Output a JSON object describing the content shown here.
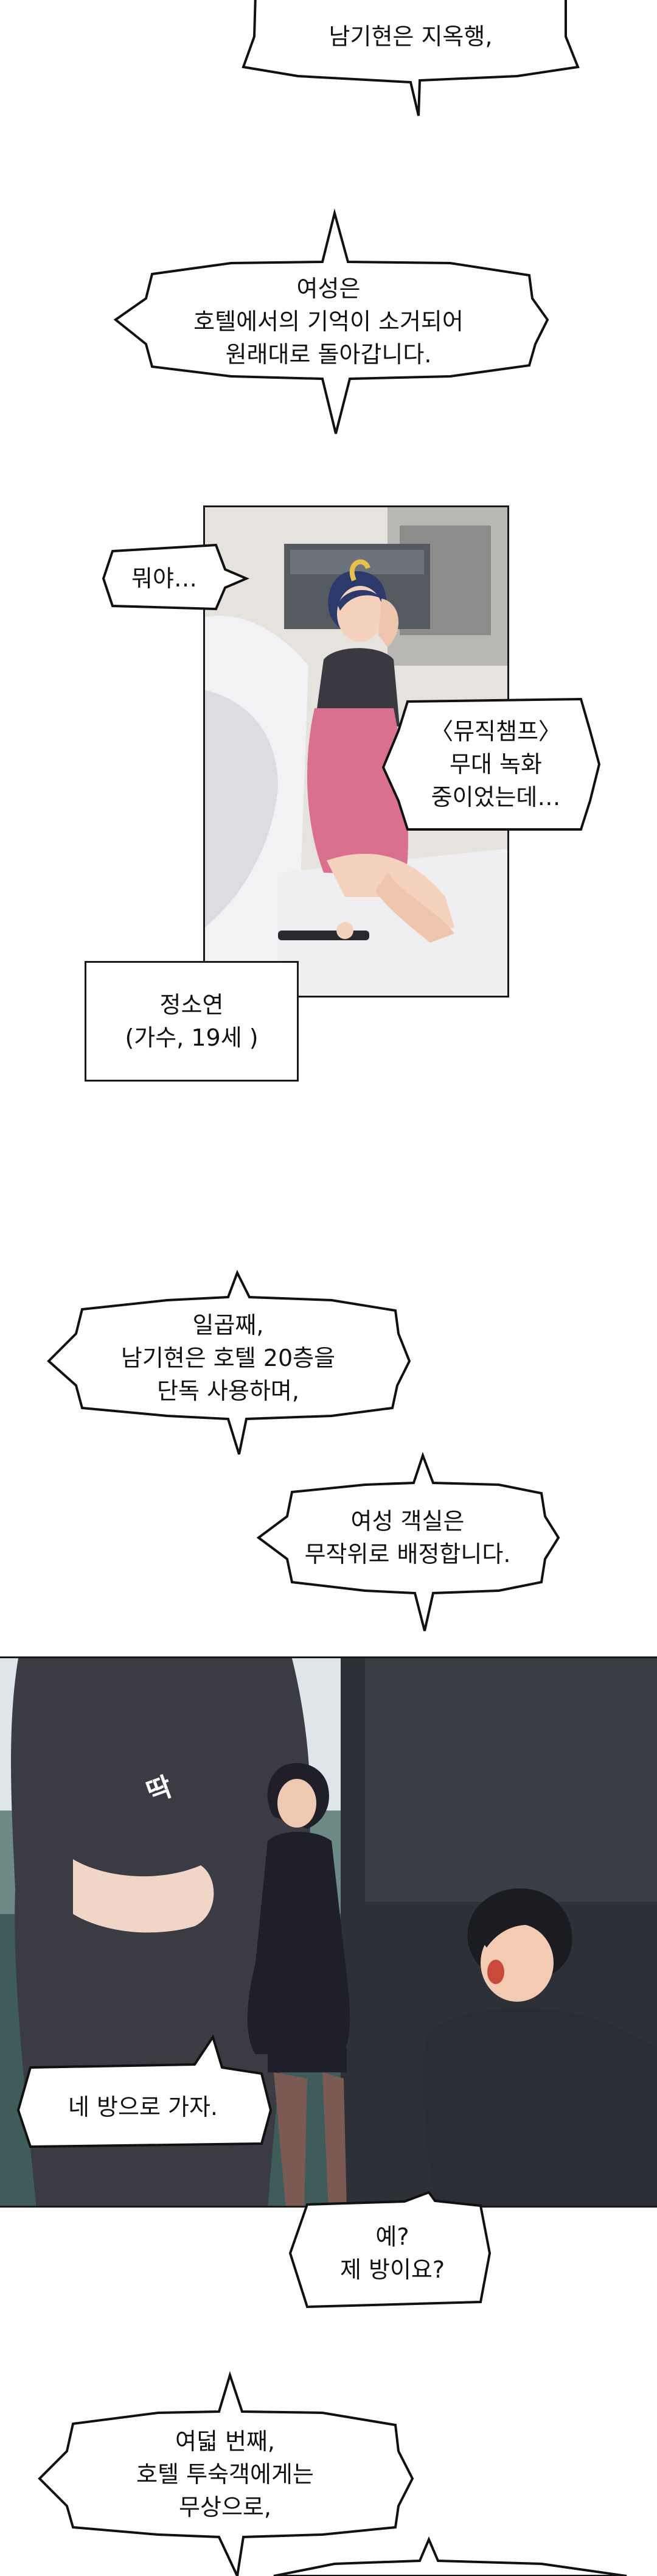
{
  "narration": {
    "line1": "남기현은 지옥행,",
    "line2": "여성은\n호텔에서의 기억이 소거되어\n원래대로 돌아갑니다.",
    "line3": "일곱째,\n남기현은 호텔 20층을\n단독 사용하며,",
    "line4": "여성 객실은\n무작위로 배정합니다.",
    "line5": "여덟 번째,\n호텔 투숙객에게는\n무상으로,"
  },
  "panel1": {
    "bubble_a": "뭐야…",
    "bubble_b": "〈뮤직챔프〉\n무대 녹화\n중이었는데…",
    "caption": "정소연\n(가수, 19세 )"
  },
  "panel2": {
    "sfx": "딱",
    "bubble_a": "네 방으로 가자.",
    "bubble_b": "예?\n제 방이요?"
  },
  "colors": {
    "ink": "#111111",
    "dress": "#d9708e",
    "hair": "#2b3a6b",
    "suit": "#1f1f29"
  }
}
